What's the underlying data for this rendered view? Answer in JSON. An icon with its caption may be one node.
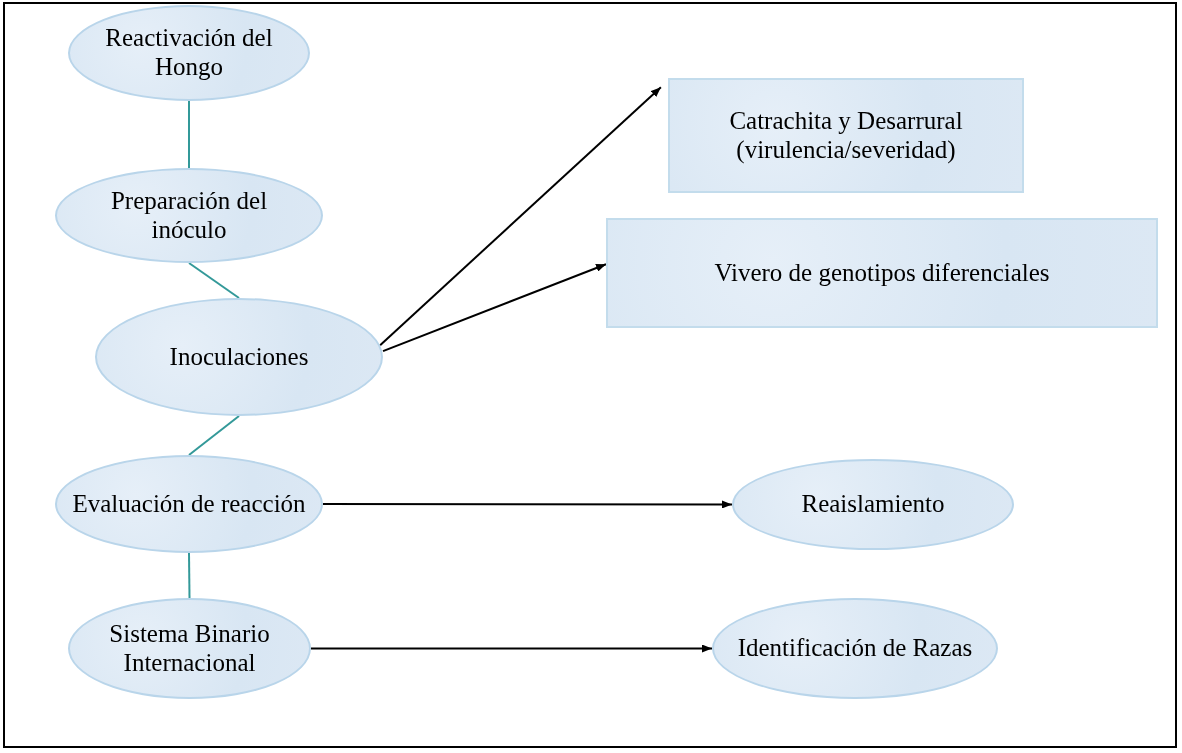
{
  "diagram": {
    "nodes": [
      {
        "text": [
          "Reactivación del Hongo"
        ]
      },
      {
        "text": [
          "Preparación del inóculo"
        ]
      },
      {
        "text": [
          "Inoculaciones"
        ]
      },
      {
        "text": [
          "Evaluación de reacción"
        ]
      },
      {
        "text": [
          "Sistema Binario Internacional"
        ]
      },
      {
        "text": [
          "Catrachita y Desarrural (virulencia/severidad)"
        ]
      },
      {
        "text": [
          "Vivero de genotipos diferenciales"
        ]
      },
      {
        "text": [
          "Reaislamiento"
        ]
      },
      {
        "text": [
          "Identificación de Razas"
        ]
      }
    ],
    "edges": [
      {
        "from": 0,
        "to": 1,
        "arrow": "none",
        "color": "#339999"
      },
      {
        "from": 1,
        "to": 2,
        "arrow": "none",
        "color": "#339999"
      },
      {
        "from": 2,
        "to": 3,
        "arrow": "none",
        "color": "#339999"
      },
      {
        "from": 3,
        "to": 4,
        "arrow": "none",
        "color": "#339999"
      },
      {
        "from": 2,
        "to": 5,
        "arrow": "to",
        "color": "#000000"
      },
      {
        "from": 2,
        "to": 6,
        "arrow": "to",
        "color": "#000000"
      },
      {
        "from": 3,
        "to": 7,
        "arrow": "to",
        "color": "#000000"
      },
      {
        "from": 4,
        "to": 8,
        "arrow": "to",
        "color": "#000000"
      }
    ]
  }
}
